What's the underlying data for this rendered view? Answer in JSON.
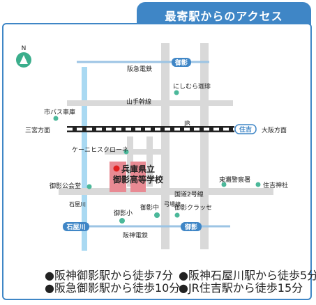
{
  "title": "最寄駅からのアクセス",
  "compass": "N",
  "lines": {
    "hankyu": "阪急電鉄",
    "hanshin": "阪神電鉄",
    "jr": "JR",
    "yamate": "山手幹線",
    "kokudo2": "国道2号線"
  },
  "stations": {
    "hankyu_mikage": "御影",
    "jr_sumiyoshi": "住吉",
    "hanshin_mikage": "御影",
    "hanshin_ishiyagawa": "石屋川"
  },
  "directions": {
    "west": "三宮方面",
    "east": "大阪方面"
  },
  "landmarks": {
    "nishimura": "にしむら珈琲",
    "bus_depot": "市バス車庫",
    "kanebo": "ケーニヒスクローネ",
    "mikage_kodo": "御影公会堂",
    "higashinada_police": "東灘警察署",
    "sumiyoshi_shrine": "住吉神社",
    "mikage_elem": "御影小",
    "mikage_junior": "御影中",
    "mikage_classe": "御影クラッセ",
    "ishiyagawa_river": "石屋川",
    "yumichi_road": "弓場線"
  },
  "school": {
    "line1": "兵庫県立",
    "line2": "御影高等学校"
  },
  "access": [
    "●阪神御影駅から徒歩7分",
    "●阪神石屋川駅から徒歩5分",
    "●阪急御影駅から徒歩10分",
    "●JR住吉駅から徒歩15分"
  ],
  "colors": {
    "accent": "#3f86c6",
    "road": "#d9d9d9",
    "river": "#a9d9f2",
    "school": "#e88a93",
    "landmark_dot": "#4bb89a"
  }
}
